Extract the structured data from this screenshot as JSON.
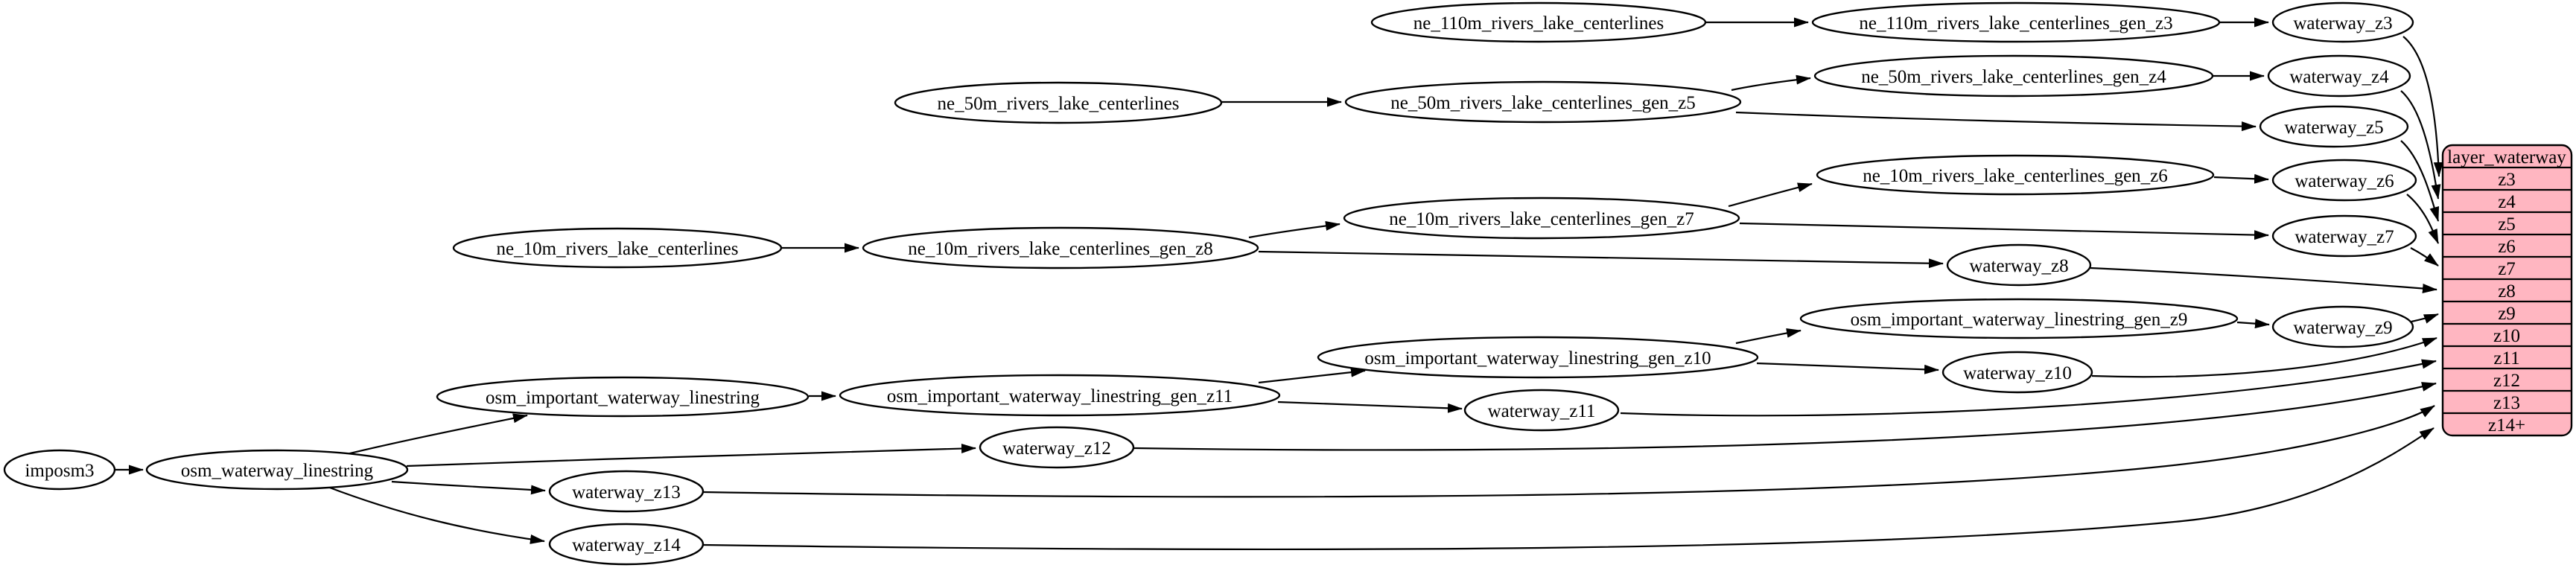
{
  "diagram": {
    "record": {
      "title": "layer_waterway",
      "rows": [
        "z3",
        "z4",
        "z5",
        "z6",
        "z7",
        "z8",
        "z9",
        "z10",
        "z11",
        "z12",
        "z13",
        "z14+"
      ],
      "fill": "#ffb6c1",
      "border_color": "#000000"
    },
    "node_fill": "#ffffff",
    "edge_color": "#000000",
    "nodes": {
      "imposm3": "imposm3",
      "osm_waterway_linestring": "osm_waterway_linestring",
      "osm_important_waterway_linestring": "osm_important_waterway_linestring",
      "osm_important_waterway_linestring_gen_z11": "osm_important_waterway_linestring_gen_z11",
      "osm_important_waterway_linestring_gen_z10": "osm_important_waterway_linestring_gen_z10",
      "osm_important_waterway_linestring_gen_z9": "osm_important_waterway_linestring_gen_z9",
      "ne_10m_rivers_lake_centerlines": "ne_10m_rivers_lake_centerlines",
      "ne_10m_rivers_lake_centerlines_gen_z8": "ne_10m_rivers_lake_centerlines_gen_z8",
      "ne_10m_rivers_lake_centerlines_gen_z7": "ne_10m_rivers_lake_centerlines_gen_z7",
      "ne_10m_rivers_lake_centerlines_gen_z6": "ne_10m_rivers_lake_centerlines_gen_z6",
      "ne_50m_rivers_lake_centerlines": "ne_50m_rivers_lake_centerlines",
      "ne_50m_rivers_lake_centerlines_gen_z5": "ne_50m_rivers_lake_centerlines_gen_z5",
      "ne_50m_rivers_lake_centerlines_gen_z4": "ne_50m_rivers_lake_centerlines_gen_z4",
      "ne_110m_rivers_lake_centerlines": "ne_110m_rivers_lake_centerlines",
      "ne_110m_rivers_lake_centerlines_gen_z3": "ne_110m_rivers_lake_centerlines_gen_z3",
      "waterway_z3": "waterway_z3",
      "waterway_z4": "waterway_z4",
      "waterway_z5": "waterway_z5",
      "waterway_z6": "waterway_z6",
      "waterway_z7": "waterway_z7",
      "waterway_z8": "waterway_z8",
      "waterway_z9": "waterway_z9",
      "waterway_z10": "waterway_z10",
      "waterway_z11": "waterway_z11",
      "waterway_z12": "waterway_z12",
      "waterway_z13": "waterway_z13",
      "waterway_z14": "waterway_z14"
    }
  }
}
